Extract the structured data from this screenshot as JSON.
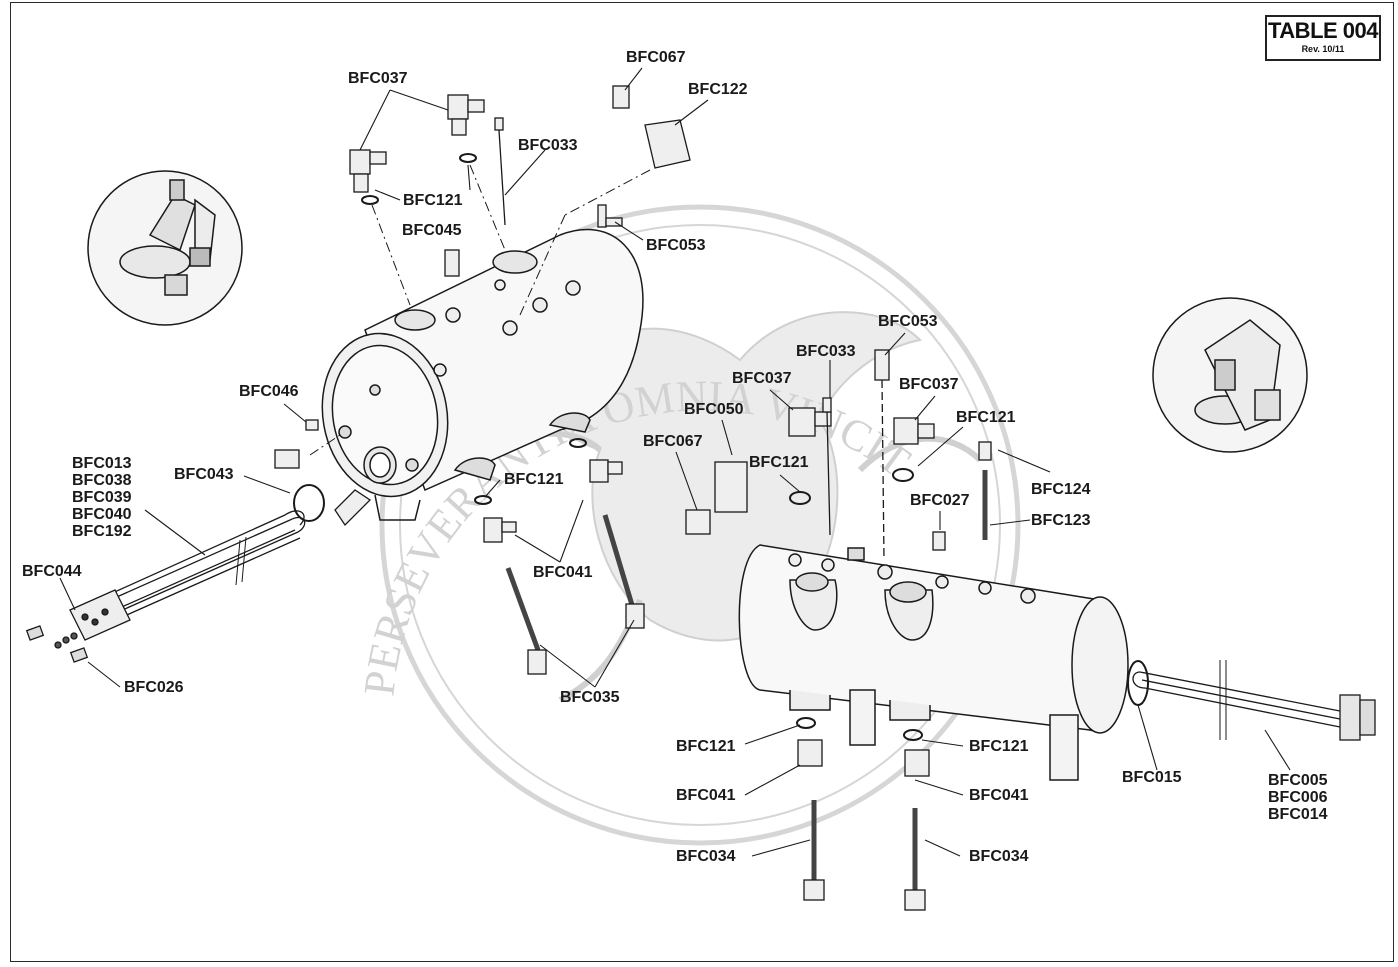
{
  "table": {
    "title": "TABLE 004",
    "revision": "Rev. 10/11"
  },
  "watermark": {
    "text": "PERSEVERANTIA OMNIA VINCIT"
  },
  "labels": {
    "bfc067_top": "BFC067",
    "bfc122": "BFC122",
    "bfc037_top": "BFC037",
    "bfc033_top": "BFC033",
    "bfc121_top": "BFC121",
    "bfc045": "BFC045",
    "bfc053_top": "BFC053",
    "bfc046": "BFC046",
    "bfc043": "BFC043",
    "element_left": [
      "BFC013",
      "BFC038",
      "BFC039",
      "BFC040",
      "BFC192"
    ],
    "bfc044": "BFC044",
    "bfc026": "BFC026",
    "bfc121_mid": "BFC121",
    "bfc041_mid": "BFC041",
    "bfc035": "BFC035",
    "bfc053_right": "BFC053",
    "bfc033_right": "BFC033",
    "bfc037_mid": "BFC037",
    "bfc050": "BFC050",
    "bfc067_mid": "BFC067",
    "bfc121_valve": "BFC121",
    "bfc037_right": "BFC037",
    "bfc121_right": "BFC121",
    "bfc027": "BFC027",
    "bfc124": "BFC124",
    "bfc123": "BFC123",
    "bfc121_bottom_left": "BFC121",
    "bfc041_bottom_left": "BFC041",
    "bfc121_bottom_right": "BFC121",
    "bfc041_bottom_right": "BFC041",
    "bfc034_left": "BFC034",
    "bfc034_right": "BFC034",
    "bfc015": "BFC015",
    "element_right": [
      "BFC005",
      "BFC006",
      "BFC014"
    ]
  },
  "colors": {
    "line": "#1a1a1a",
    "watermark": "#d4d4d4",
    "fill": "#f4f4f4"
  }
}
